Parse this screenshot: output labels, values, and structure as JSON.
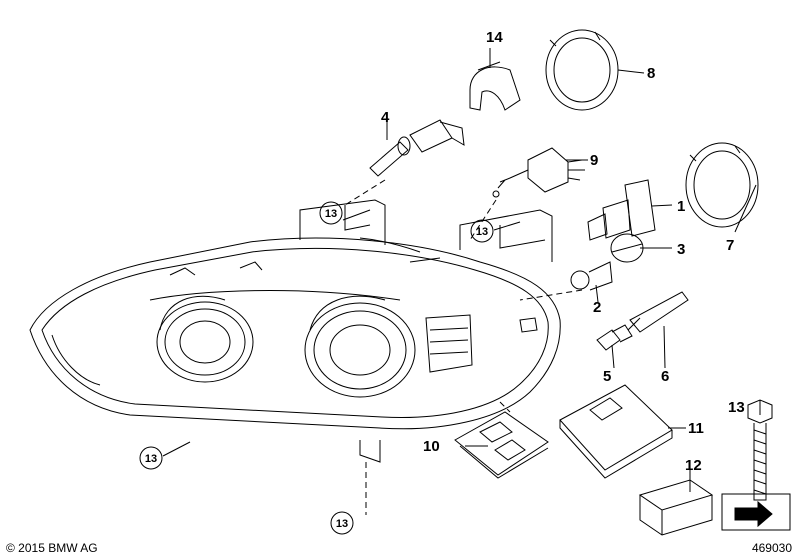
{
  "callouts": {
    "p1": "1",
    "p2": "2",
    "p3": "3",
    "p4": "4",
    "p5": "5",
    "p6": "6",
    "p7": "7",
    "p8": "8",
    "p9": "9",
    "p10": "10",
    "p11": "11",
    "p12": "12",
    "p13a": "13",
    "p13b": "13",
    "p13c": "13",
    "p13d": "13",
    "p13e": "13",
    "p14": "14"
  },
  "footer": {
    "copyright": "© 2015 BMW AG",
    "diagram_number": "469030"
  }
}
